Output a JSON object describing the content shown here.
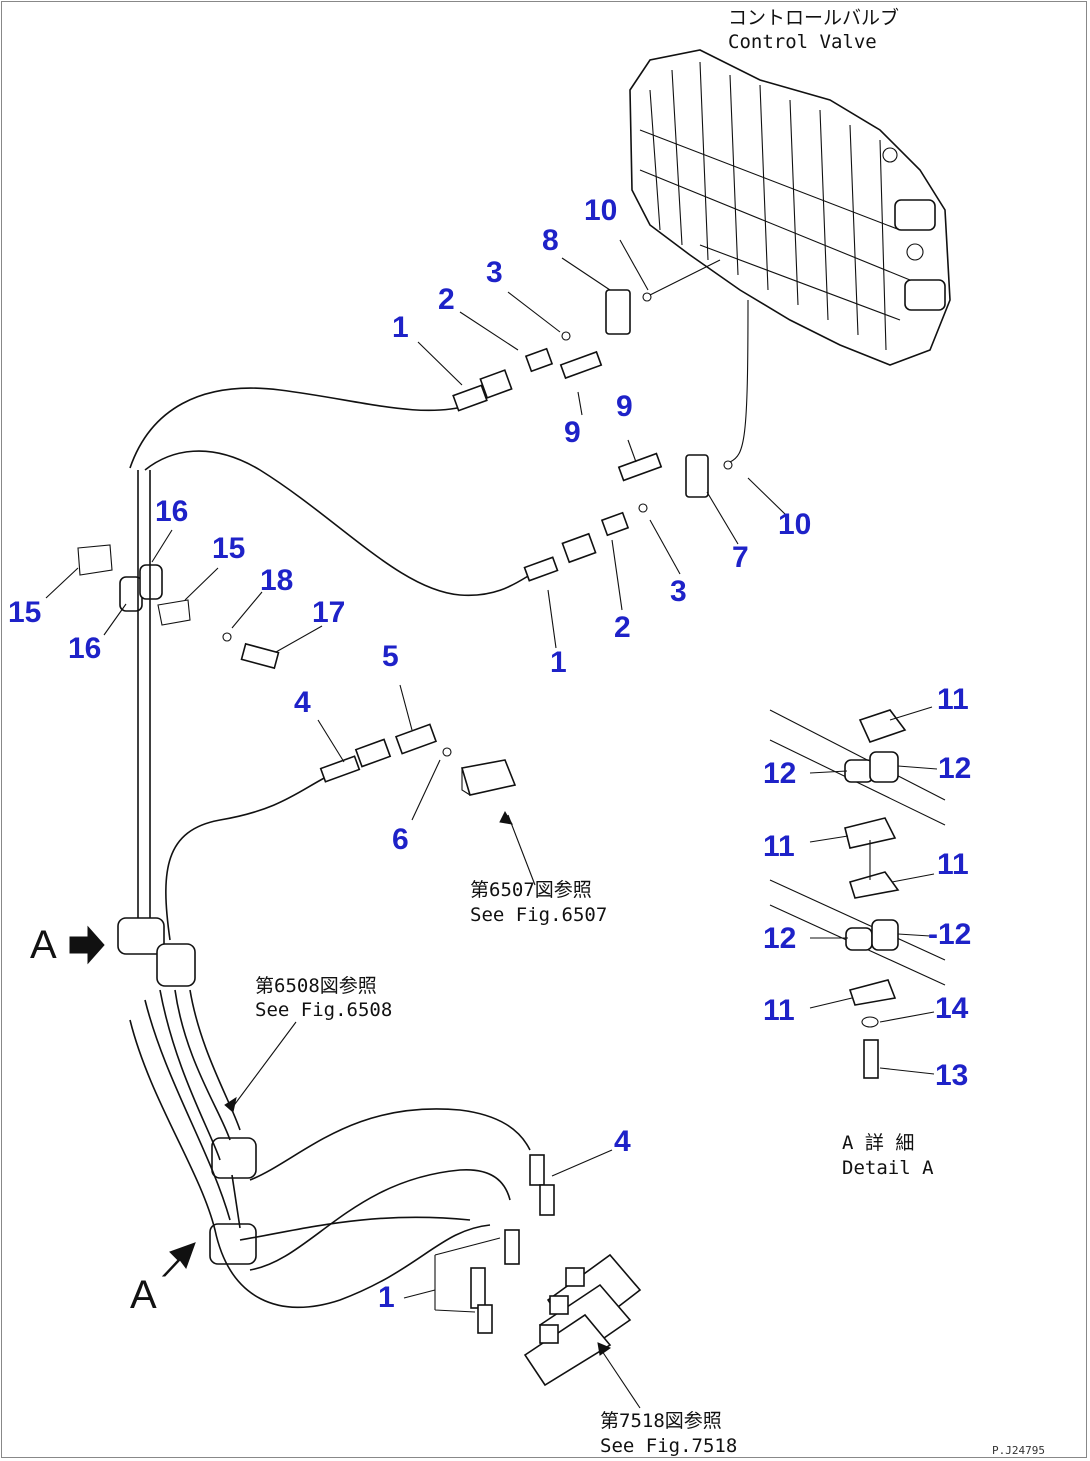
{
  "callouts": [
    "1",
    "2",
    "3",
    "4",
    "5",
    "6",
    "7",
    "8",
    "9",
    "10",
    "11",
    "12",
    "13",
    "14",
    "15",
    "16",
    "17",
    "18"
  ],
  "labels": {
    "control_valve_jp": "コントロールバルブ",
    "control_valve_en": "Control Valve",
    "ref_6507_jp": "第6507図参照",
    "ref_6507_en": "See Fig.6507",
    "ref_6508_jp": "第6508図参照",
    "ref_6508_en": "See Fig.6508",
    "ref_7518_jp": "第7518図参照",
    "ref_7518_en": "See Fig.7518",
    "detail_jp": "A 詳 細",
    "detail_en": "Detail A",
    "view_marker": "A",
    "sheet_id": "P.J24795"
  },
  "colors": {
    "callout": "#1e22c8",
    "linework": "#111111"
  },
  "icons": [
    "arrow-right-icon",
    "arrow-up-right-icon"
  ]
}
